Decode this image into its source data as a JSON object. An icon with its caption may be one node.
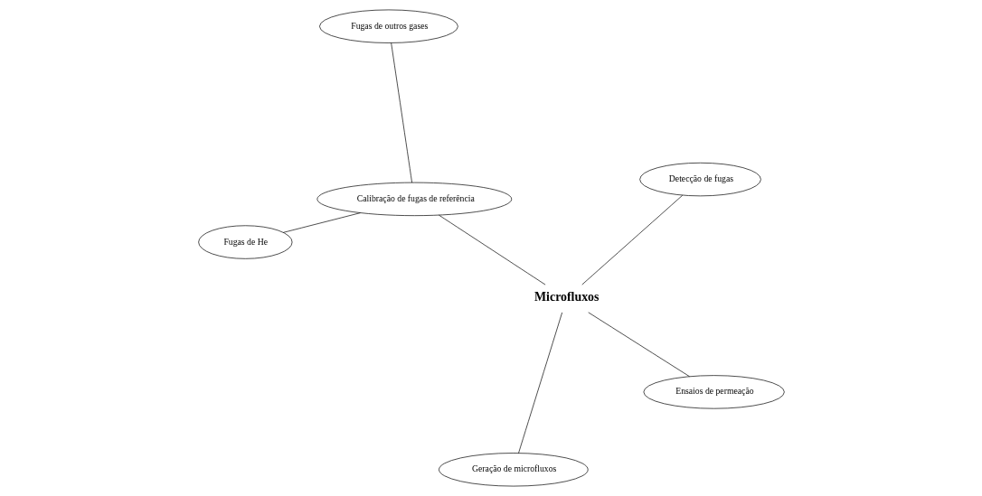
{
  "diagram": {
    "nodes": [
      {
        "text": [
          "Microfluxos"
        ]
      },
      {
        "text": [
          "Ensaios de permeação"
        ]
      },
      {
        "text": [
          "Geração de microfluxos"
        ]
      },
      {
        "text": [
          "Calibração de fugas de referência"
        ]
      },
      {
        "text": [
          "Detecção de fugas"
        ]
      },
      {
        "text": [
          "Fugas de outros gases"
        ]
      },
      {
        "text": [
          "Fugas de He"
        ]
      }
    ],
    "edges": [
      {
        "from": 0,
        "to": 1,
        "arrow": "none"
      },
      {
        "from": 0,
        "to": 2,
        "arrow": "none"
      },
      {
        "from": 0,
        "to": 3,
        "arrow": "none"
      },
      {
        "from": 0,
        "to": 4,
        "arrow": "none"
      },
      {
        "from": 3,
        "to": 5,
        "arrow": "none"
      },
      {
        "from": 3,
        "to": 6,
        "arrow": "none"
      }
    ]
  }
}
